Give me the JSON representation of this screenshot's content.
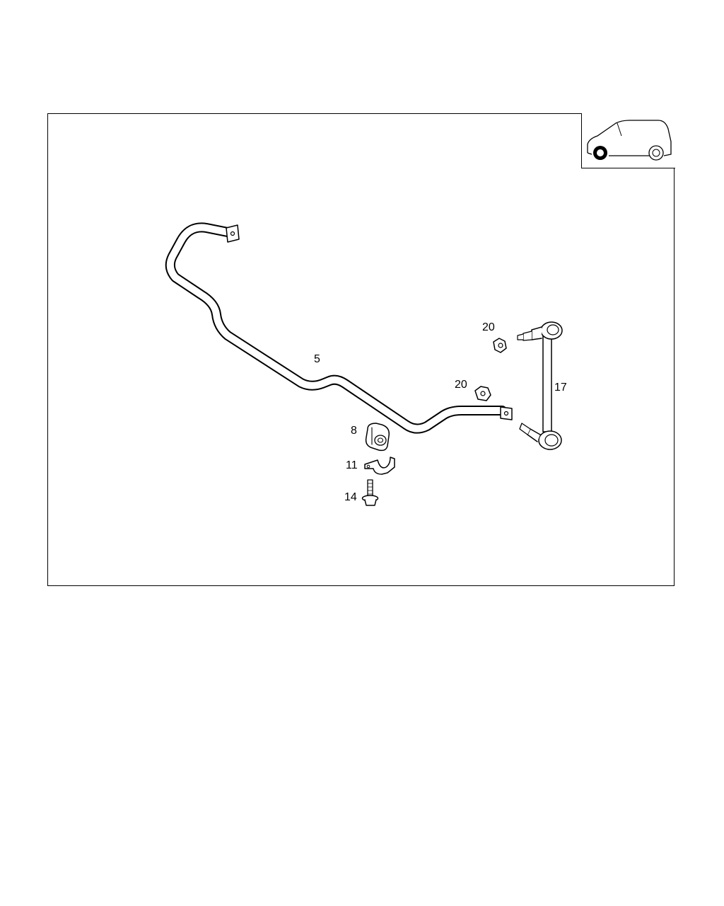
{
  "diagram": {
    "callouts": {
      "stabilizer_bar": "5",
      "bushing": "8",
      "clamp": "11",
      "bolt": "14",
      "link_rod": "17",
      "nut_upper": "20",
      "nut_lower": "20"
    },
    "thumbnail": {
      "highlighted_wheel": "front",
      "highlight_color": "#000000"
    },
    "line_color": "#000000"
  }
}
